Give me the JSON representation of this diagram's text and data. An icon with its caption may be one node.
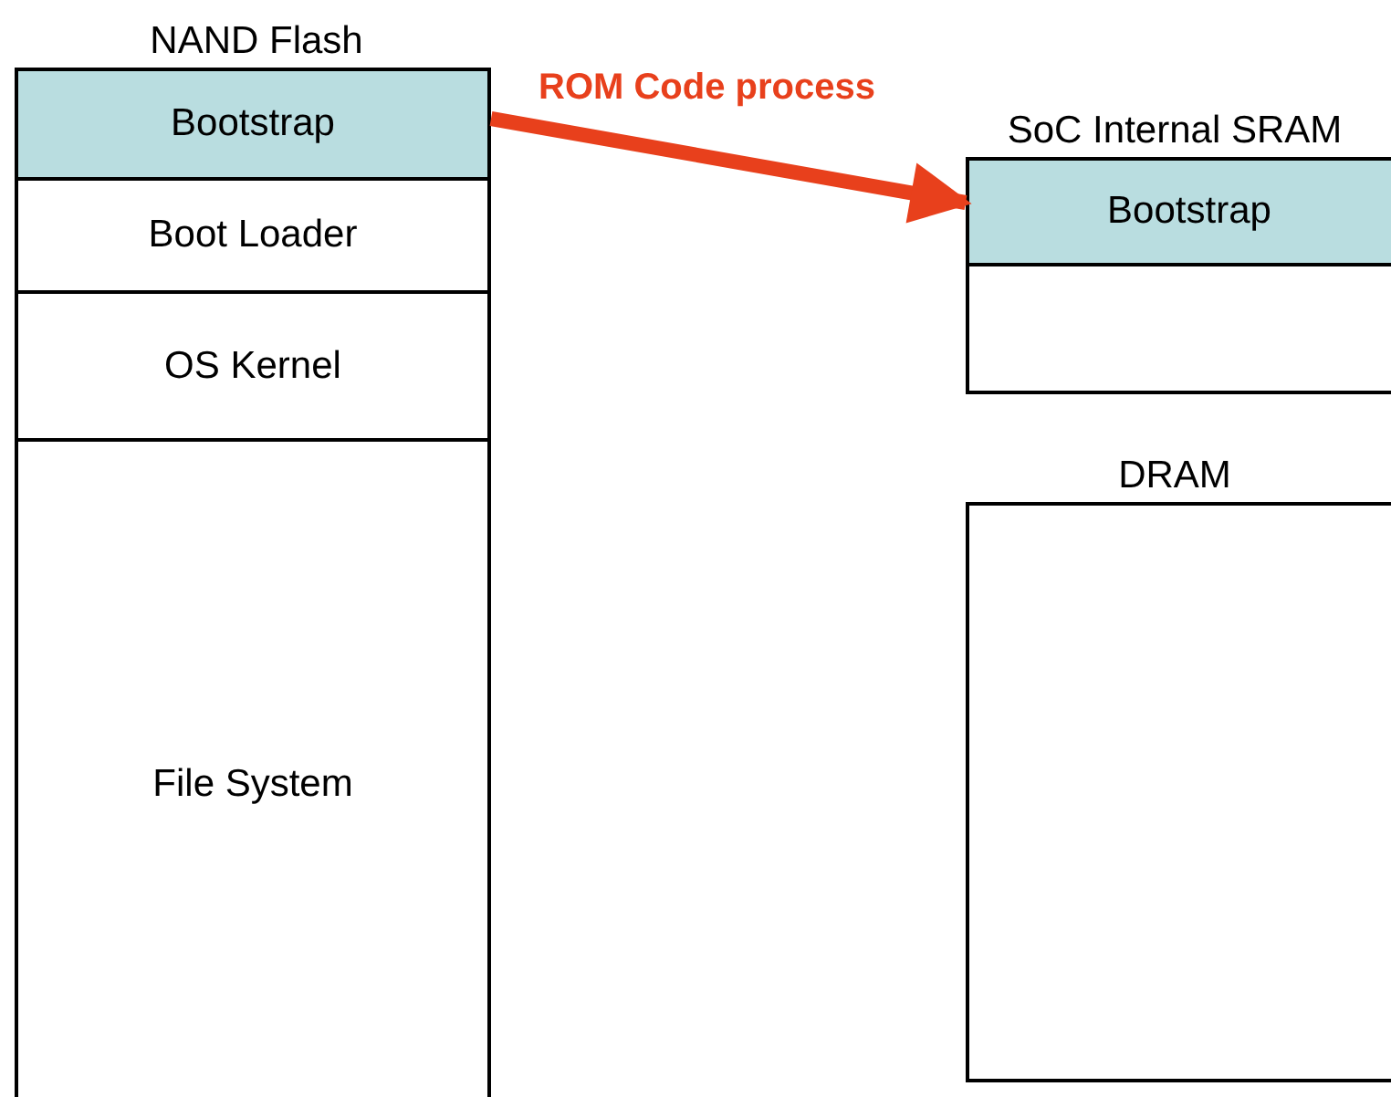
{
  "diagram": {
    "nodes": [
      {
        "text": [
          "NAND Flash"
        ]
      },
      {
        "text": [
          "Bootstrap"
        ],
        "in": 0
      },
      {
        "text": [
          "Boot Loader"
        ],
        "in": 0
      },
      {
        "text": [
          "OS Kernel"
        ],
        "in": 0
      },
      {
        "text": [
          "File System"
        ],
        "in": 0
      },
      {
        "text": [
          "SoC Internal SRAM"
        ]
      },
      {
        "text": [
          "Bootstrap"
        ],
        "in": 5
      },
      {
        "text": [],
        "shape": "box",
        "in": 5
      },
      {
        "text": [
          "DRAM"
        ]
      }
    ],
    "edges": [
      {
        "from": 1,
        "to": 6,
        "arrow": "to",
        "label": "ROM Code process",
        "color": "#e8401c"
      }
    ]
  }
}
